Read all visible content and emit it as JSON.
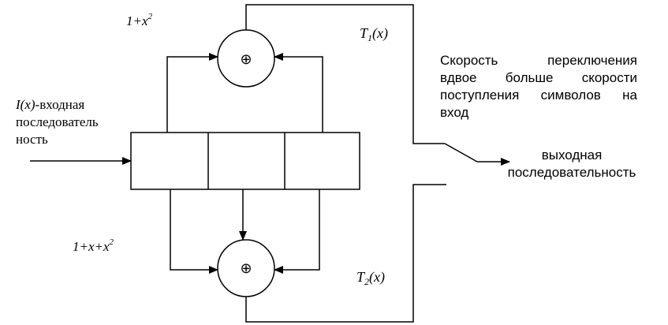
{
  "diagram": {
    "input": {
      "var": "I(x)",
      "rest": "-входная",
      "line2": "последователь",
      "line3": "ность"
    },
    "top_poly": {
      "base": "1+x",
      "exp": "2"
    },
    "bottom_poly": {
      "base": "1+x+x",
      "exp": "2"
    },
    "t1": {
      "letter": "T",
      "sub": "1",
      "arg": "(x)"
    },
    "t2": {
      "letter": "T",
      "sub": "2",
      "arg": "(x)"
    },
    "adder_symbol": "⊕",
    "note": {
      "line1": "Скорость переключения",
      "line2": "вдвое больше скорости",
      "line3": "поступления символов на",
      "line4": "вход"
    },
    "output": {
      "line1": "выходная",
      "line2": "последовательность"
    }
  }
}
